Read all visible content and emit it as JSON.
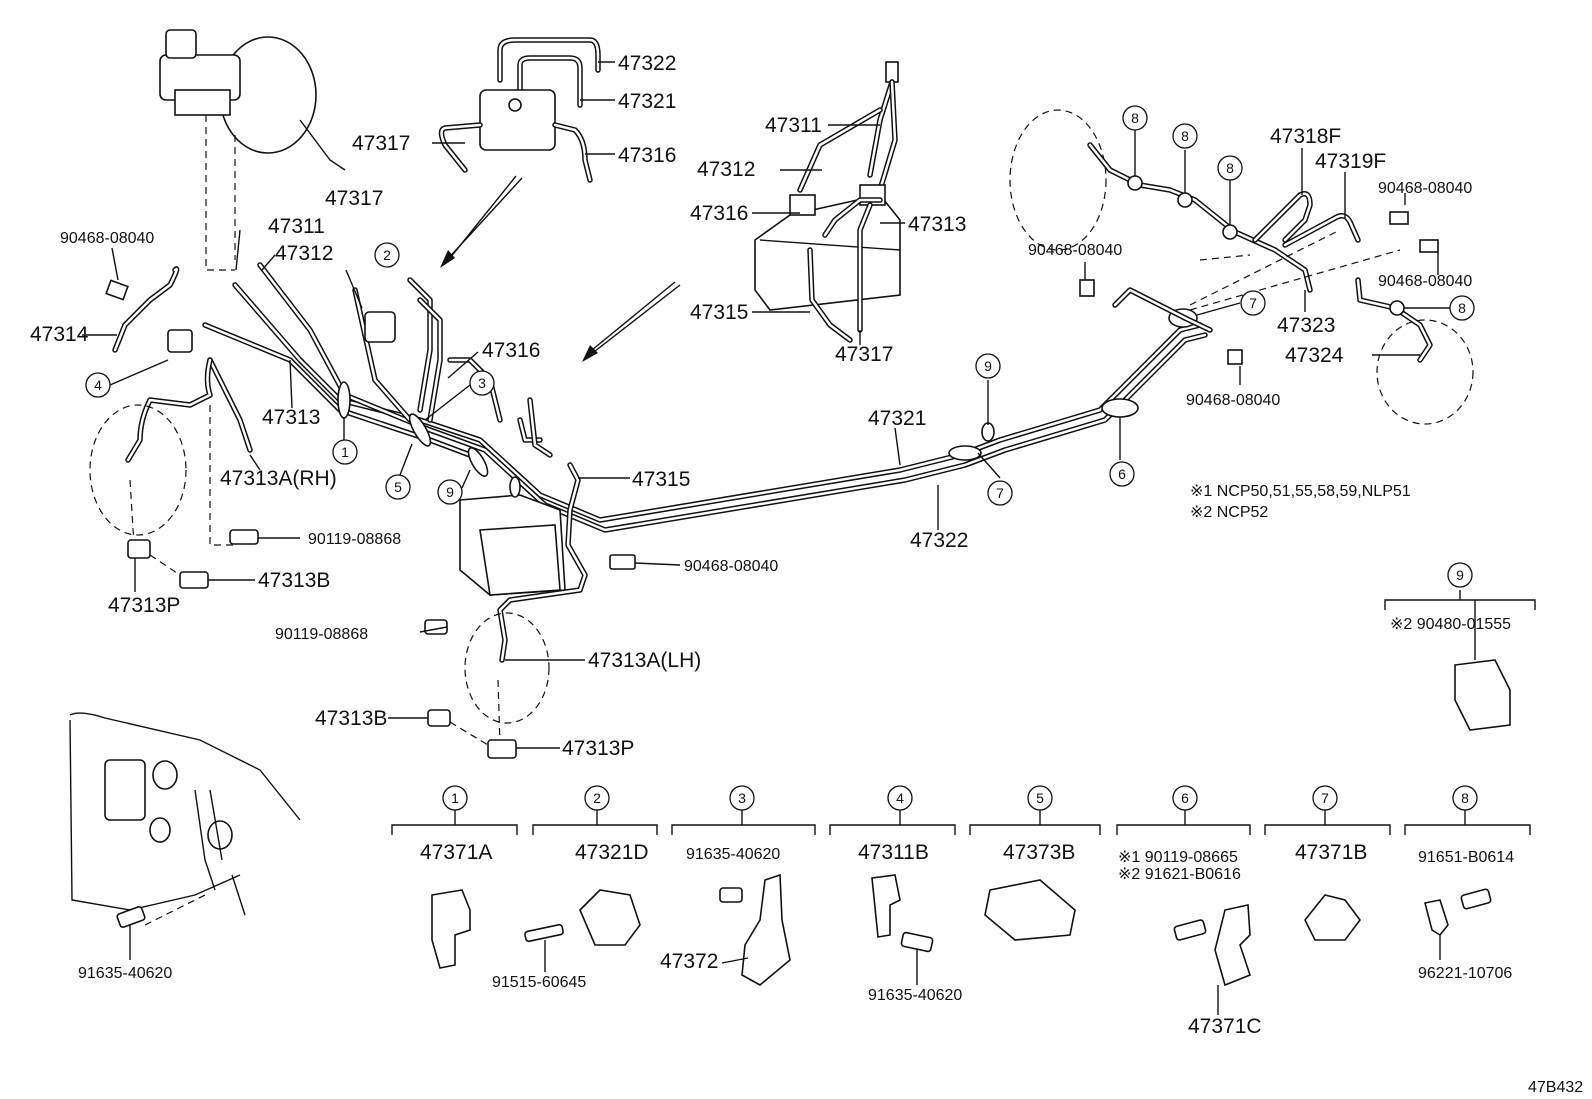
{
  "labels": {
    "l47322_top": "47322",
    "l47321_top": "47321",
    "l47317_top": "47317",
    "l47316_top": "47316",
    "l47311_mid": "47311",
    "l47312_mid": "47312",
    "l47316_mid": "47316",
    "l47313_mid": "47313",
    "l47315_mid": "47315",
    "l47317_mid": "47317",
    "l90468_a": "90468-08040",
    "l47314": "47314",
    "l47317_left": "47317",
    "l47311_left": "47311",
    "l47312_left": "47312",
    "l47316_left": "47316",
    "l47313_left": "47313",
    "l47313A_RH": "47313A(RH)",
    "l90119_a": "90119-08868",
    "l47313B_a": "47313B",
    "l47313P_a": "47313P",
    "l47315_left": "47315",
    "l90468_b": "90468-08040",
    "l90119_b": "90119-08868",
    "l47313A_LH": "47313A(LH)",
    "l47313B_b": "47313B",
    "l47313P_b": "47313P",
    "l47321_main": "47321",
    "l47322_main": "47322",
    "l90468_c": "90468-08040",
    "l90468_d": "90468-08040",
    "l47318F": "47318F",
    "l47319F": "47319F",
    "l90468_e": "90468-08040",
    "l90468_f": "90468-08040",
    "l47323": "47323",
    "l47324": "47324",
    "l91635_a": "91635-40620",
    "diagram_code": "47B432"
  },
  "notes": {
    "note1": "※1  NCP50,51,55,58,59,NLP51",
    "note2": "※2  NCP52"
  },
  "callout_numbers": [
    "1",
    "2",
    "3",
    "4",
    "5",
    "6",
    "7",
    "8",
    "9"
  ],
  "clamp_groups": [
    {
      "num": "1",
      "parts": [
        "47371A"
      ]
    },
    {
      "num": "2",
      "parts": [
        "47321D",
        "91515-60645"
      ]
    },
    {
      "num": "3",
      "parts": [
        "91635-40620",
        "47372"
      ]
    },
    {
      "num": "4",
      "parts": [
        "47311B",
        "91635-40620"
      ]
    },
    {
      "num": "5",
      "parts": [
        "47373B"
      ]
    },
    {
      "num": "6",
      "parts": [
        "※1  90119-08665",
        "※2  91621-B0616",
        "47371C"
      ]
    },
    {
      "num": "7",
      "parts": [
        "47371B"
      ]
    },
    {
      "num": "8",
      "parts": [
        "91651-B0614",
        "96221-10706"
      ]
    },
    {
      "num": "9",
      "parts": [
        "※2 90480-01555"
      ]
    }
  ]
}
